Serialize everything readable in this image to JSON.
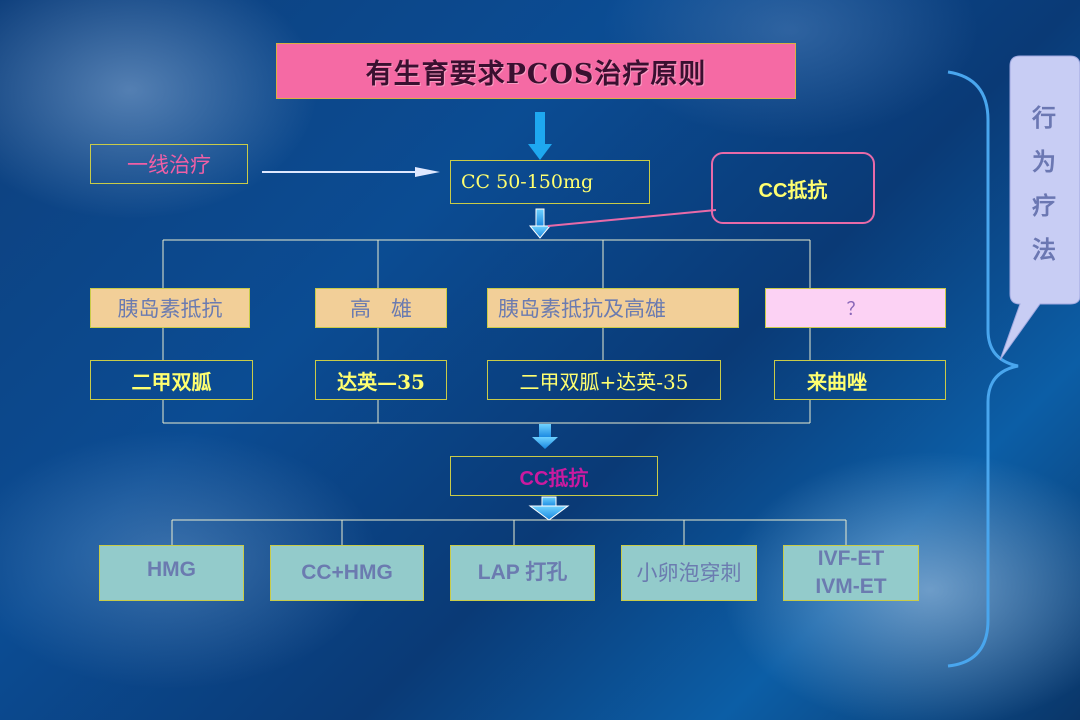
{
  "title": "有生育要求PCOS治疗原则",
  "first_line_label": "一线治疗",
  "cc_dose": "CC  50-150mg",
  "cc_resistance_callout": "CC抵抗",
  "categories": [
    {
      "label": "胰岛素抵抗",
      "treatment": "二甲双胍"
    },
    {
      "label": "高   雄",
      "treatment": "达英—35"
    },
    {
      "label": "胰岛素抵抗及高雄",
      "treatment": "二甲双胍+达英-35"
    },
    {
      "label": "？",
      "treatment": "来曲唑"
    }
  ],
  "cc_resistance_second": "CC抵抗",
  "options": [
    {
      "line1": "HMG"
    },
    {
      "line1": "CC+HMG"
    },
    {
      "line1": "LAP 打孔"
    },
    {
      "line1": "小卵泡穿刺"
    },
    {
      "line1": "IVF-ET",
      "line2": "IVM-ET"
    }
  ],
  "side_label": [
    "行",
    "为",
    "疗",
    "法"
  ],
  "colors": {
    "background": "#0b4c93",
    "title_fill": "#f56aa4",
    "peach_fill": "#f2cf98",
    "pink_fill": "#fcd2f4",
    "teal_fill": "#93cbcb",
    "yellow_text": "#ffff70",
    "magenta_text": "#cc1aa0",
    "bracket": "#49a6ee",
    "arrow": "#1ea8f0",
    "callout_border": "#e86aa8"
  }
}
